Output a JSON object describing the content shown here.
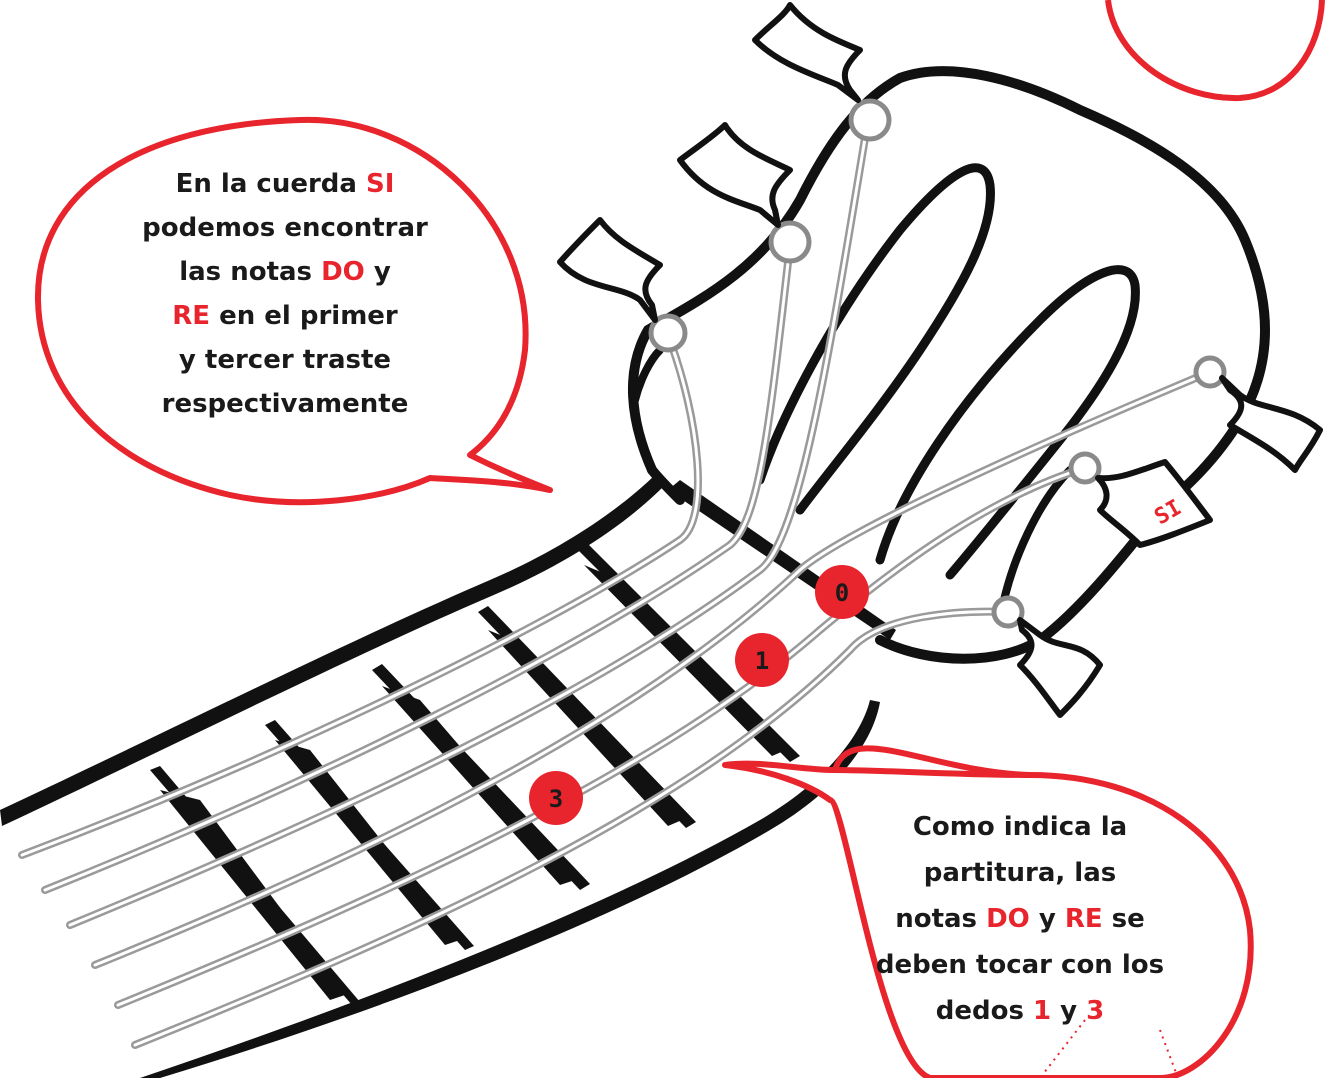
{
  "bubble_left": {
    "lines": [
      [
        {
          "t": "En la cuerda ",
          "c": "dark"
        },
        {
          "t": "SI",
          "c": "red"
        }
      ],
      [
        {
          "t": "podemos encontrar",
          "c": "dark"
        }
      ],
      [
        {
          "t": "las notas ",
          "c": "dark"
        },
        {
          "t": "DO",
          "c": "red"
        },
        {
          "t": " y",
          "c": "dark"
        }
      ],
      [
        {
          "t": "RE",
          "c": "red"
        },
        {
          "t": " en el primer",
          "c": "dark"
        }
      ],
      [
        {
          "t": "y tercer traste",
          "c": "dark"
        }
      ],
      [
        {
          "t": "respectivamente",
          "c": "dark"
        }
      ]
    ]
  },
  "bubble_right": {
    "lines": [
      [
        {
          "t": "Como indica la",
          "c": "dark"
        }
      ],
      [
        {
          "t": "partitura, las",
          "c": "dark"
        }
      ],
      [
        {
          "t": "notas ",
          "c": "dark"
        },
        {
          "t": "DO",
          "c": "red"
        },
        {
          "t": " y ",
          "c": "dark"
        },
        {
          "t": "RE",
          "c": "red"
        },
        {
          "t": " se",
          "c": "dark"
        }
      ],
      [
        {
          "t": "deben tocar con los",
          "c": "dark"
        }
      ],
      [
        {
          "t": "dedos ",
          "c": "dark"
        },
        {
          "t": "1",
          "c": "red"
        },
        {
          "t": " y ",
          "c": "dark"
        },
        {
          "t": "3",
          "c": "red"
        }
      ]
    ]
  },
  "finger_markers": [
    "0",
    "1",
    "3"
  ],
  "string_flag_label": "SI",
  "colors": {
    "accent": "#e8242c",
    "ink": "#111111",
    "string": "#9a9a9a"
  }
}
